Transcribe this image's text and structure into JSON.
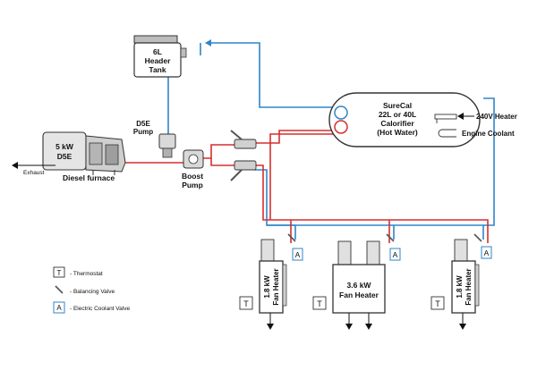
{
  "colors": {
    "flow": "#d62f2f",
    "return": "#2f86c8",
    "outline": "#333333",
    "equipment": "#dcdcdc",
    "equipment_dark": "#a9a9a9"
  },
  "header_tank": {
    "line1": "6L",
    "line2": "Header",
    "line3": "Tank"
  },
  "calorifier": {
    "line1": "SureCal",
    "line2": "22L or 40L",
    "line3": "Calorifier",
    "line4": "(Hot Water)",
    "heater_label": "240V Heater",
    "coolant_label": "Engine Coolant"
  },
  "furnace": {
    "line1": "5 kW",
    "line2": "D5E",
    "caption": "Diesel furnace",
    "exhaust": "Exhaust"
  },
  "d5e_pump": {
    "line1": "D5E",
    "line2": "Pump"
  },
  "boost_pump": {
    "line1": "Boost",
    "line2": "Pump"
  },
  "heaters": [
    {
      "line1": "1.8 kW",
      "line2": "Fan Heater",
      "valve_letter": "A",
      "thermostat_letter": "T"
    },
    {
      "line1": "3.6 kW",
      "line2": "Fan Heater",
      "valve_letter": "A",
      "thermostat_letter": "T"
    },
    {
      "line1": "1.8 kW",
      "line2": "Fan Heater",
      "valve_letter": "A",
      "thermostat_letter": "T"
    }
  ],
  "legend": {
    "thermostat_symbol": "T",
    "thermostat": "- Thermostat",
    "balancing": "- Balancing Valve",
    "valve_symbol": "A",
    "valve": "- Electric Coolant Valve"
  }
}
